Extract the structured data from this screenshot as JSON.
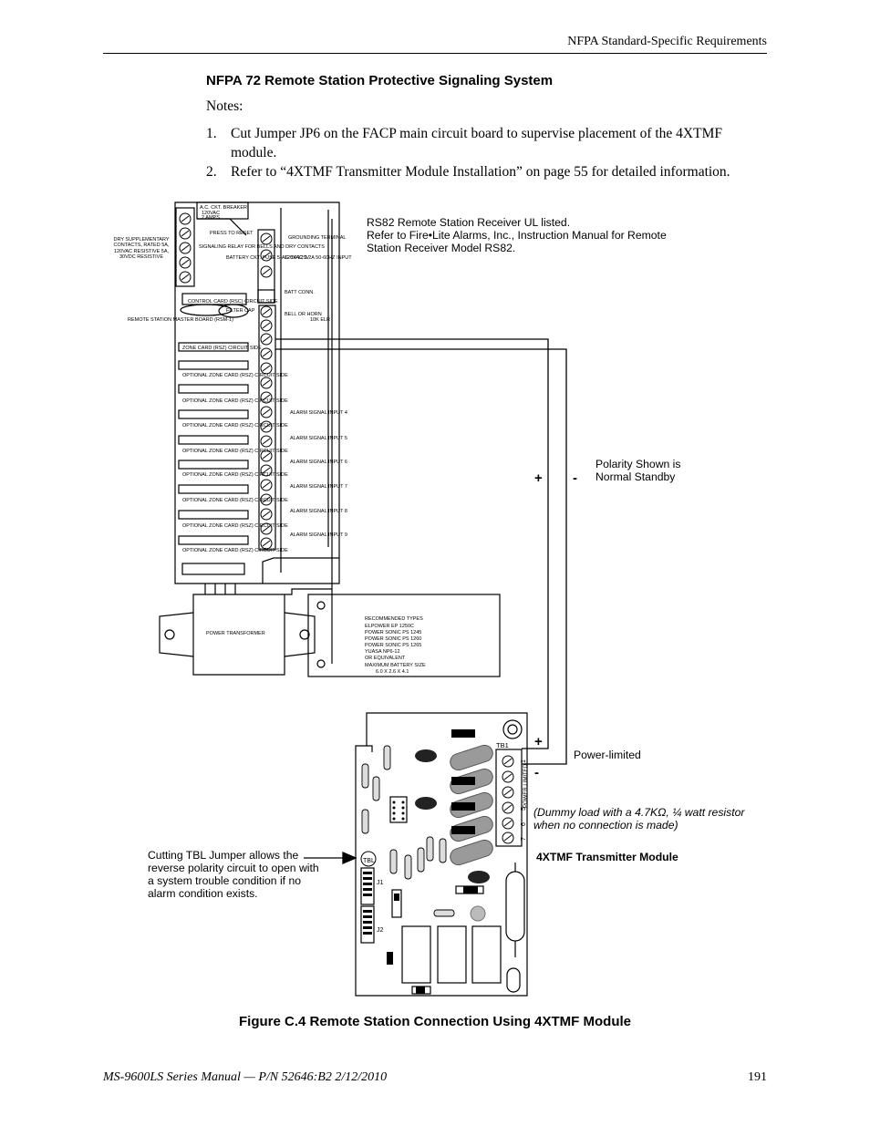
{
  "header": {
    "running_title": "NFPA Standard-Specific Requirements"
  },
  "section": {
    "title": "NFPA 72 Remote Station Protective Signaling System"
  },
  "notes": {
    "label": "Notes:",
    "items": [
      {
        "num": "1.",
        "text": "Cut Jumper JP6 on the FACP main circuit board to supervise placement of the 4XTMF module."
      },
      {
        "num": "2.",
        "text": "Refer to “4XTMF Transmitter Module Installation” on page 55 for detailed information."
      }
    ]
  },
  "figure": {
    "caption": "Figure C.4  Remote Station Connection Using 4XTMF Module",
    "callouts": {
      "rs82_line1": "RS82 Remote Station Receiver UL listed.",
      "rs82_line2": "Refer to Fire•Lite Alarms, Inc., Instruction Manual for Remote",
      "rs82_line3": "Station Receiver Model RS82.",
      "polarity_line1": "Polarity Shown is",
      "polarity_line2": "Normal Standby",
      "power_limited": "Power-limited",
      "dummy_line1": "(Dummy load with a 4.7KΩ, ¼ watt resistor",
      "dummy_line2": "when no connection is made)",
      "module_name": "4XTMF Transmitter Module",
      "tbl_line1": "Cutting TBL Jumper allows the",
      "tbl_line2": "reverse polarity circuit to open with",
      "tbl_line3": "a system trouble condition if no",
      "tbl_line4": "alarm condition exists.",
      "plus": "+",
      "minus": "-",
      "tb1": "TB1",
      "tbl": "TBL",
      "j1": "J1",
      "j2": "J2",
      "power_limited_vertical": "POWER LIMITED"
    },
    "rs82_labels": {
      "ac_breaker": "A.C. CKT. BREAKER",
      "ac_volt": "120VAC",
      "ac_amps": "2 AMPS",
      "press_reset": "PRESS TO RESET",
      "dry_contacts": "DRY SUPPLEMENTARY CONTACTS, RATED 5A, 120VAC RESISTIVE 5A, 30VDC RESISTIVE",
      "signaling_relay": "SIGNALING RELAY FOR BELLS AND DRY CONTACTS",
      "battery_fuse": "BATTERY CKT. FUSE 5-AG 5A 125V",
      "grounding": "GROUNDING TERMINAL",
      "input_120": "120VAC 1.2A 50-60HZ INPUT",
      "batt_conn": "BATT CONN.",
      "bell_horn": "BELL OR HORN",
      "eol": "10K ELR",
      "control_card": "CONTROL CARD (RSC) CIRCUIT SIDE",
      "filter_cap": "FILTER CAP",
      "master_board": "REMOTE STATION MASTER BOARD (RSM-1)",
      "zone_card": "ZONE CARD (RSZ) CIRCUIT SIDE",
      "optional_zone": "OPTIONAL ZONE CARD (RSZ) CIRCUIT SIDE",
      "alarm_inputs": [
        "ALARM SIGNAL INPUT 4",
        "ALARM SIGNAL INPUT 5",
        "ALARM SIGNAL INPUT 6",
        "ALARM SIGNAL INPUT 7",
        "ALARM SIGNAL INPUT 8",
        "ALARM SIGNAL INPUT 9"
      ],
      "transformer": "POWER TRANSFORMER",
      "batt_recommended": "RECOMMENDED TYPES",
      "batt_types": [
        "ELPOWER EP 1250C",
        "POWER SONIC PS 1245",
        "POWER SONIC PS 1260",
        "POWER SONIC PS 1265",
        "YUASA NP6-12",
        "OR EQUIVALENT"
      ],
      "batt_max": "MAXIMUM BATTERY SIZE",
      "batt_size": "6.0 X 2.6 X 4.1"
    }
  },
  "footer": {
    "manual": "MS-9600LS Series Manual — P/N 52646:B2  2/12/2010",
    "page": "191"
  }
}
